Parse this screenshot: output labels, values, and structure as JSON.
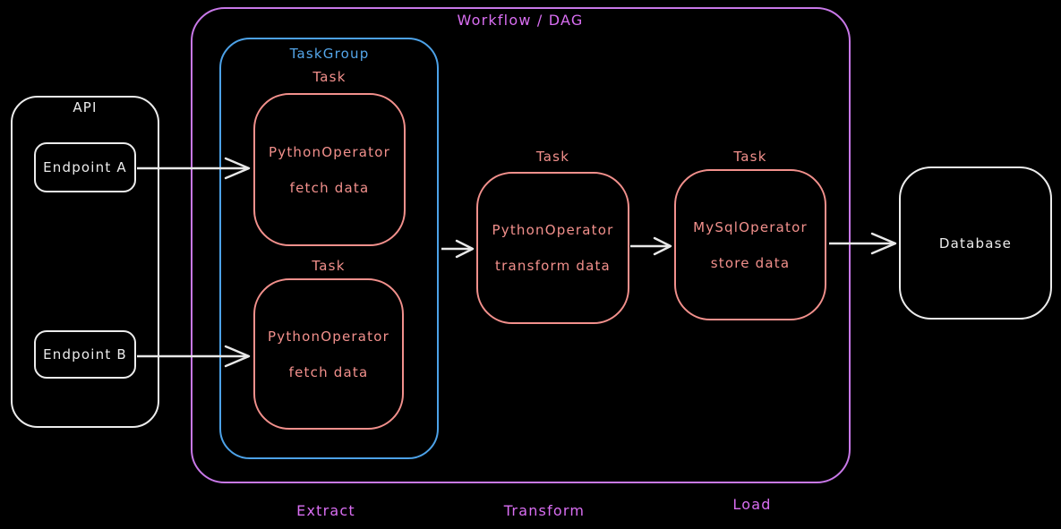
{
  "diagram": {
    "title": "Workflow / DAG"
  },
  "colors": {
    "background": "#000000",
    "purple": "#c878e8",
    "blue": "#4da2e8",
    "red": "#f2908c",
    "white": "#ececec",
    "arrow": "#e8e8e8"
  },
  "api": {
    "title": "API",
    "endpoints": [
      {
        "label": "Endpoint A"
      },
      {
        "label": "Endpoint B"
      }
    ]
  },
  "taskgroup": {
    "title": "TaskGroup",
    "tasks": [
      {
        "badge": "Task",
        "operator": "PythonOperator",
        "action": "fetch data"
      },
      {
        "badge": "Task",
        "operator": "PythonOperator",
        "action": "fetch data"
      }
    ]
  },
  "transform_task": {
    "badge": "Task",
    "operator": "PythonOperator",
    "action": "transform data"
  },
  "load_task": {
    "badge": "Task",
    "operator": "MySqlOperator",
    "action": "store data"
  },
  "database": {
    "label": "Database"
  },
  "stage_labels": {
    "extract": "Extract",
    "transform": "Transform",
    "load": "Load"
  }
}
